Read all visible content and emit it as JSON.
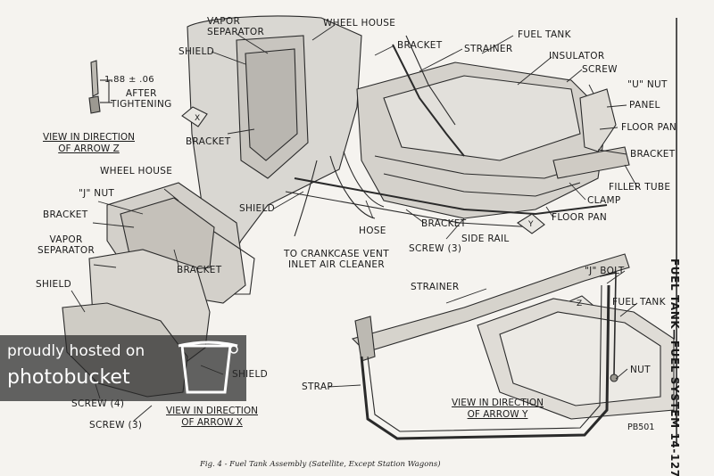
{
  "labels": {
    "vapor_separator_top": "VAPOR\nSEPARATOR",
    "wheel_house_top": "WHEEL HOUSE",
    "bracket_top": "BRACKET",
    "fuel_tank_top": "FUEL TANK",
    "strainer_top": "STRAINER",
    "insulator": "INSULATOR",
    "screw_top": "SCREW",
    "u_nut": "\"U\" NUT",
    "panel": "PANEL",
    "floor_pan_right": "FLOOR PAN",
    "bracket_right": "BRACKET",
    "filler_tube": "FILLER TUBE",
    "clamp": "CLAMP",
    "floor_pan_bottom": "FLOOR PAN",
    "shield_top": "SHIELD",
    "dim_value": "1.88 ± .06",
    "after_tightening": "AFTER\nTIGHTENING",
    "bracket_left": "BRACKET",
    "shield_mid": "SHIELD",
    "hose": "HOSE",
    "bracket_mid": "BRACKET",
    "side_rail": "SIDE RAIL",
    "screw_3_mid": "SCREW (3)",
    "crankcase": "TO CRANKCASE VENT\nINLET AIR CLEANER",
    "wheel_house_left": "WHEEL HOUSE",
    "j_nut": "\"J\" NUT",
    "bracket_left2": "BRACKET",
    "vapor_separator_left": "VAPOR\nSEPARATOR",
    "bracket_left3": "BRACKET",
    "shield_left": "SHIELD",
    "screw_4": "SCREW (4)",
    "screw_3_left": "SCREW (3)",
    "shield_right_small": "SHIELD",
    "strainer_bottom": "STRAINER",
    "j_bolt": "\"J\" BOLT",
    "fuel_tank_bottom": "FUEL TANK",
    "strap": "STRAP",
    "nut": "NUT",
    "arrow_x": "X",
    "arrow_y": "Y",
    "arrow_z": "Z"
  },
  "views": {
    "view_z_line1": "VIEW IN DIRECTION",
    "view_z_line2": "OF ARROW Z",
    "view_x_line1": "VIEW IN DIRECTION",
    "view_x_line2": "OF ARROW X",
    "view_y_line1": "VIEW IN DIRECTION",
    "view_y_line2": "OF ARROW Y"
  },
  "side_title": "FUEL TANK—FUEL SYSTEM  14-127",
  "caption": "Fig. 4 - Fuel Tank Assembly (Satellite, Except Station Wagons)",
  "figure_code": "PB501",
  "watermark": {
    "line1": "proudly hosted on",
    "line2": "photobucket"
  }
}
